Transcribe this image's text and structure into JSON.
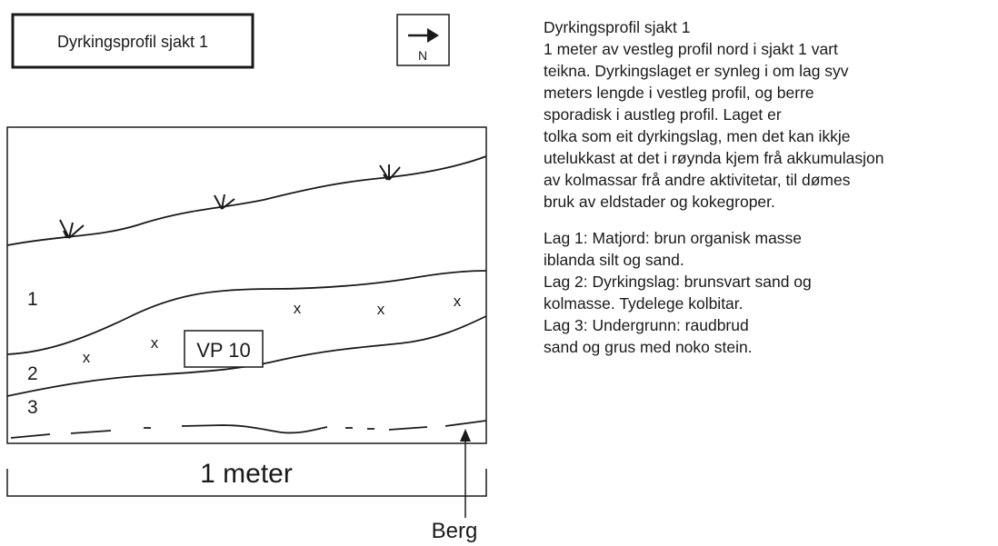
{
  "title_box": "Dyrkingsprofil sjakt 1",
  "north_label": "N",
  "layer_numbers": [
    "1",
    "2",
    "3"
  ],
  "sample_label": "VP 10",
  "scale_label": "1 meter",
  "bedrock_label": "Berg",
  "description": {
    "heading": "Dyrkingsprofil sjakt 1",
    "lines": [
      "1 meter av vestleg profil nord i sjakt 1 vart",
      "teikna. Dyrkingslaget er synleg i om lag syv",
      "meters lengde i vestleg profil, og berre",
      "sporadisk i austleg profil. Laget er",
      "tolka som eit dyrkingslag, men det kan ikkje",
      "utelukkast at det i røynda kjem frå akkumulasjon",
      "av kolmassar frå andre aktivitetar, til dømes",
      "bruk av eldstader og kokegroper."
    ]
  },
  "layers": [
    {
      "line1": "Lag 1: Matjord: brun organisk masse",
      "line2": "iblanda silt og sand."
    },
    {
      "line1": "Lag 2: Dyrkingslag: brunsvart sand og",
      "line2": "kolmasse. Tydelege kolbitar."
    },
    {
      "line1": "Lag 3: Undergrunn:  raudbrud",
      "line2": "sand og grus med noko stein."
    }
  ]
}
